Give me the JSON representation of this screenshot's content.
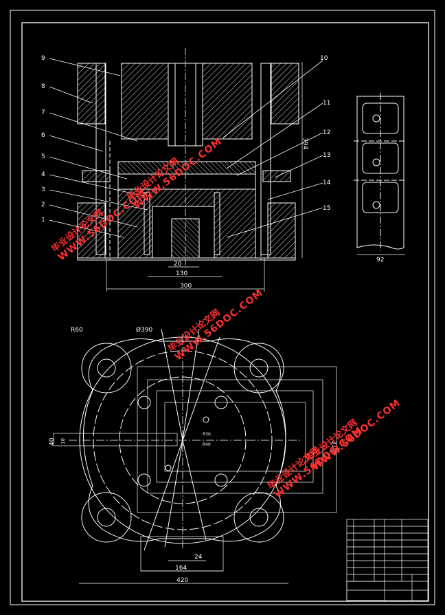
{
  "section_view": {
    "part_numbers": [
      "1",
      "2",
      "3",
      "4",
      "5",
      "6",
      "7",
      "8",
      "9",
      "10",
      "11",
      "12",
      "13",
      "14",
      "15"
    ],
    "dim_20": "20",
    "dim_130": "130",
    "dim_300": "300",
    "dim_394": "394"
  },
  "strip_layout": {
    "width_dim": "92"
  },
  "plan_view": {
    "radius_label": "R60",
    "dia_label": "Ø390",
    "dim_24": "24",
    "dim_164": "164",
    "dim_420": "420",
    "dim_40": "40",
    "dim_10": "10",
    "dim_310": "310",
    "r30_label": "R30",
    "r40_label": "R40"
  },
  "watermarks": [
    {
      "cn": "毕业设计论文网",
      "url": "WWW.56DOC.COM"
    },
    {
      "cn": "毕业设计论文网",
      "url": "WWW.56DOC.COM"
    },
    {
      "cn": "毕业设计论文网",
      "url": "WWW.56DOC.COM"
    },
    {
      "cn": "毕业设计论文网",
      "url": "WWW.56DOC.COM"
    },
    {
      "cn": "毕业设计论文网",
      "url": "WWW.56DOC.COM"
    }
  ],
  "colors": {
    "background": "#000000",
    "lines": "#ffffff",
    "hatch": "#bfbfbf",
    "center_lines": "#d8d8d8",
    "watermark": "#ff3030"
  }
}
